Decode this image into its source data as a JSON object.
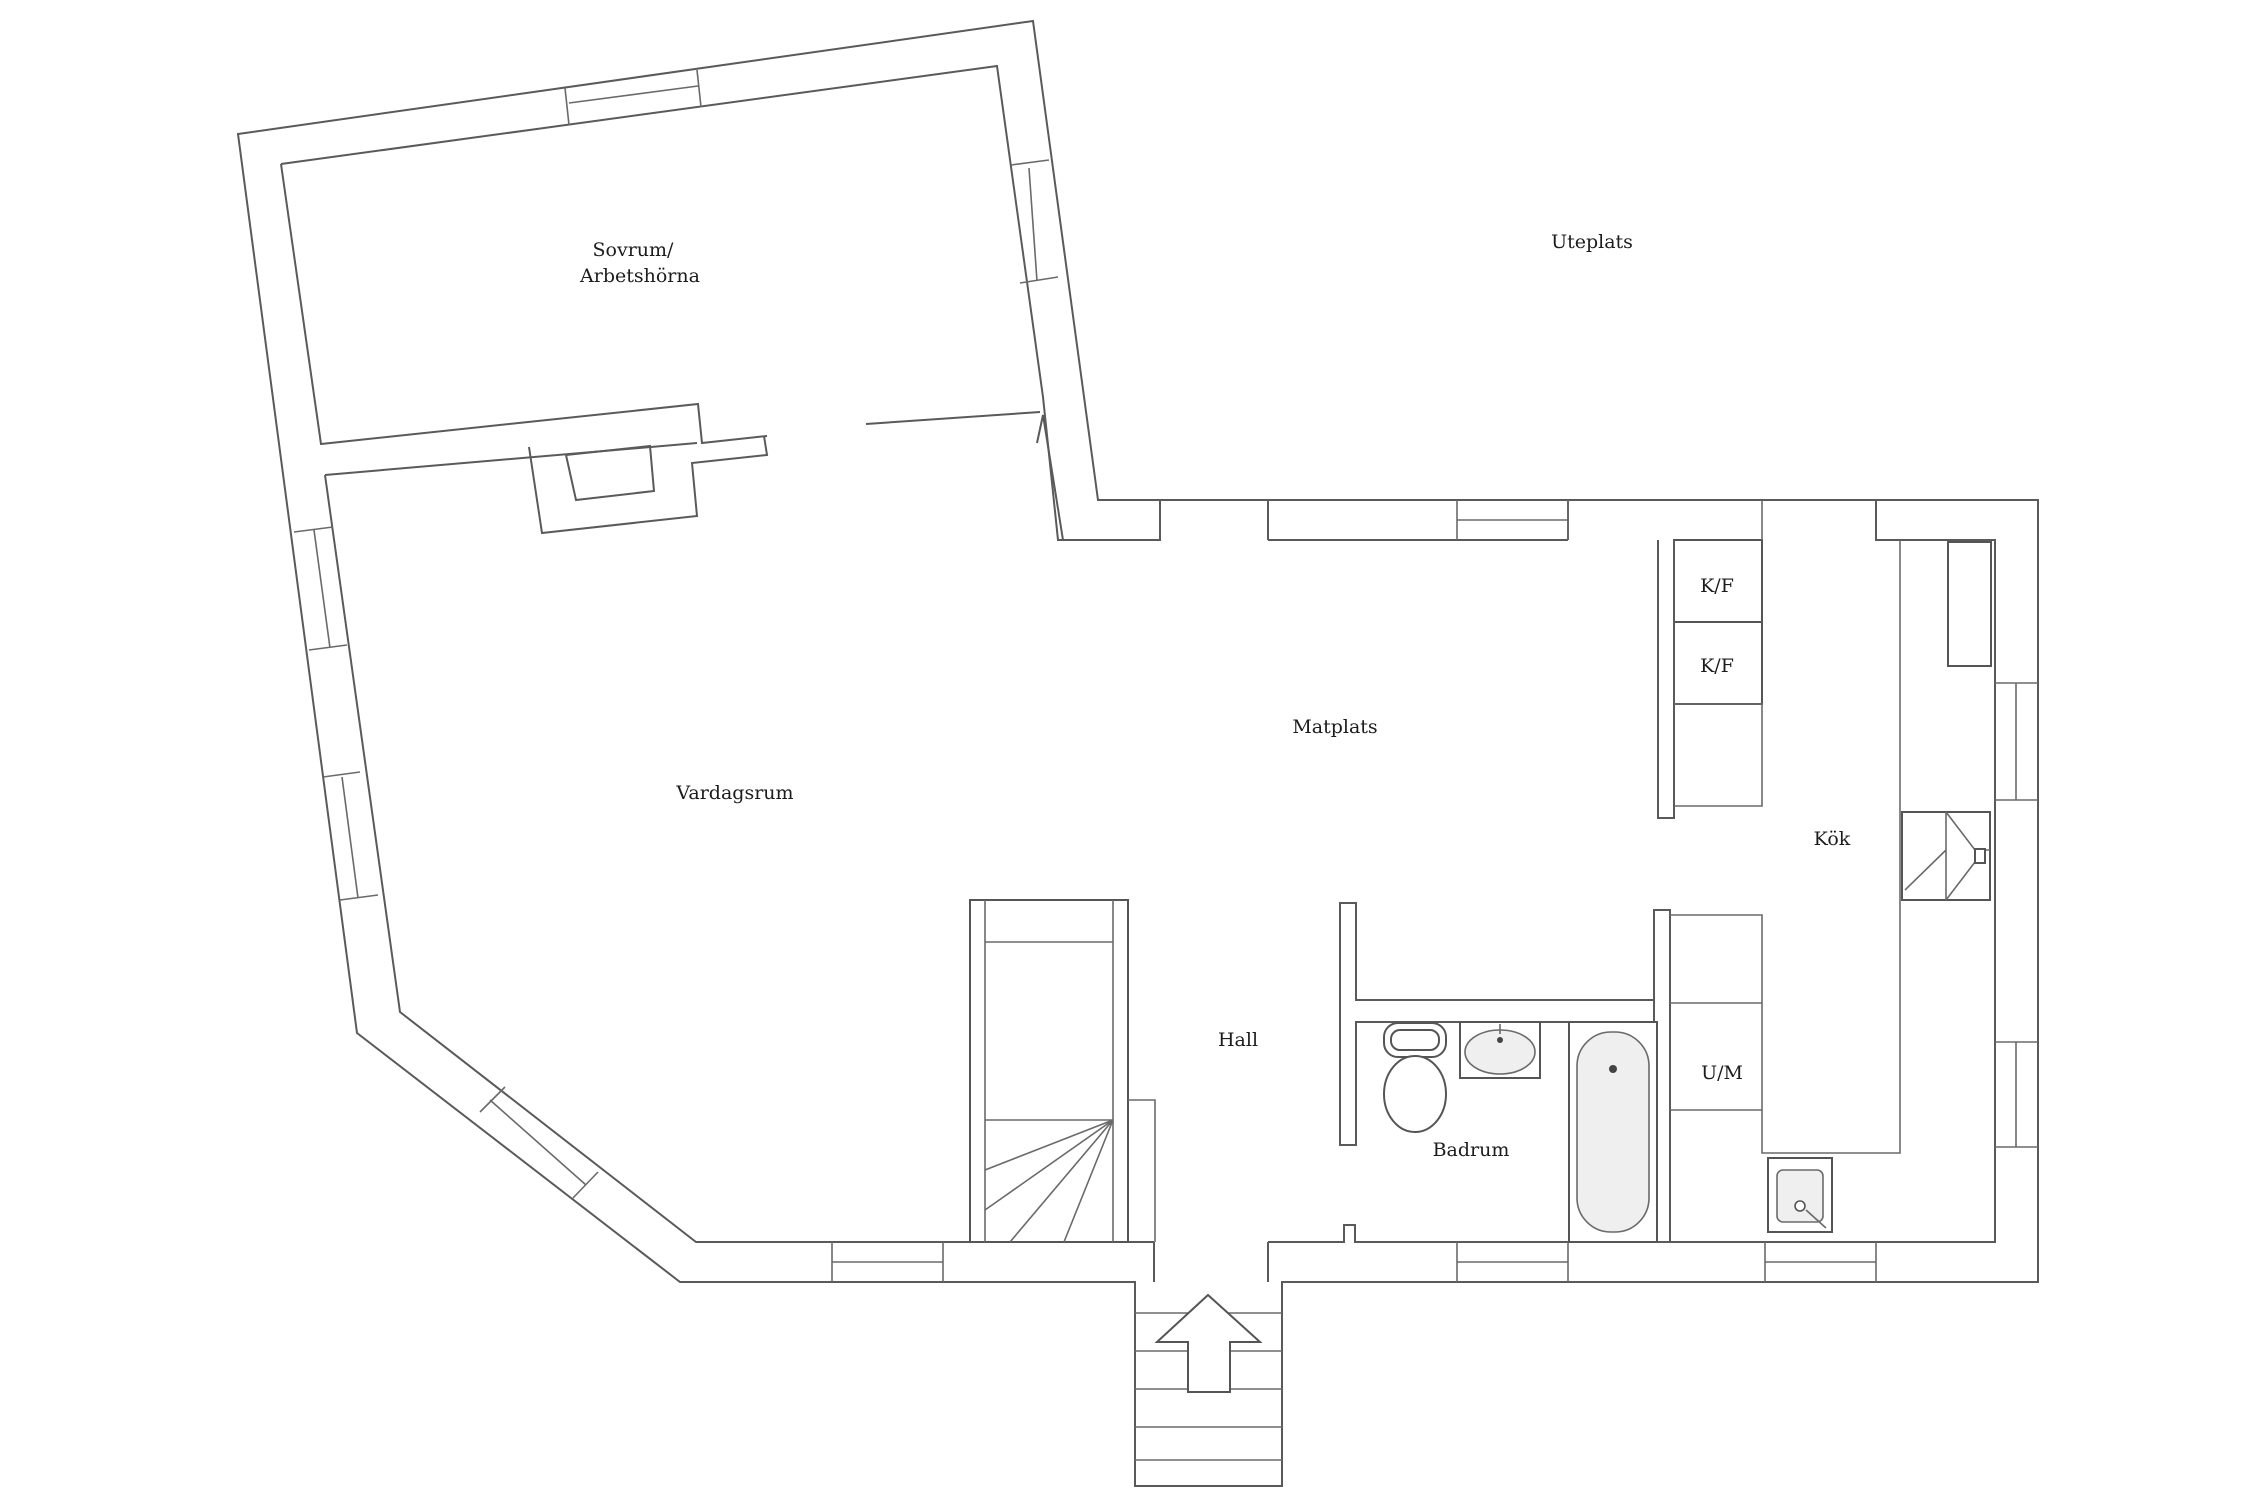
{
  "rooms": {
    "sovrum_line1": "Sovrum/",
    "sovrum_line2": "Arbetshörna",
    "uteplats": "Uteplats",
    "matplats": "Matplats",
    "vardagsrum": "Vardagsrum",
    "kok": "Kök",
    "hall": "Hall",
    "badrum": "Badrum"
  },
  "appliances": {
    "kf_1": "K/F",
    "kf_2": "K/F",
    "um": "U/M"
  },
  "colors": {
    "wall": "#5a5a5a",
    "text": "#1c1c1c",
    "background": "#ffffff"
  },
  "icons": {
    "entrance": "arrow-up-icon",
    "toilet": "toilet-icon",
    "sink": "sink-icon",
    "bathtub": "bathtub-icon",
    "kitchen_sink": "kitchen-sink-icon",
    "stairs": "stairs-icon"
  }
}
